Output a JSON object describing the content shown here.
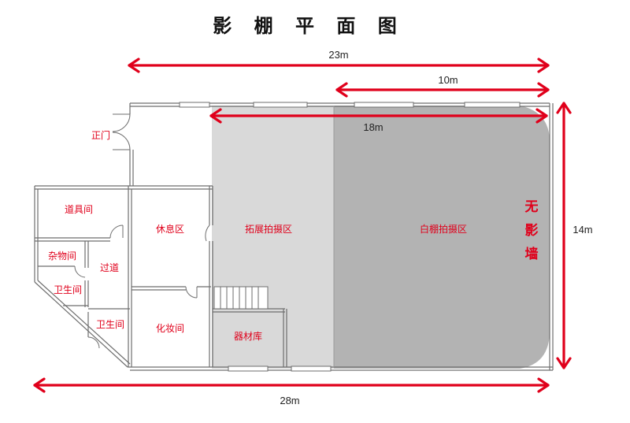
{
  "title": "影 棚 平 面 图",
  "dimensions": {
    "top_width": "23m",
    "white_width": "10m",
    "inner_width": "18m",
    "height": "14m",
    "bottom_width": "28m"
  },
  "rooms": {
    "main_door": "正门",
    "props": "道具间",
    "storage": "杂物间",
    "corridor": "过道",
    "restroom_a": "卫生间",
    "restroom_b": "卫生间",
    "lounge": "休息区",
    "makeup": "化妆间",
    "equipment": "器材库",
    "extension_zone": "拓展拍摄区",
    "white_zone": "白棚拍摄区"
  },
  "no_shadow_wall": [
    "无",
    "影",
    "墙"
  ],
  "colors": {
    "accent": "#e0001b",
    "extension_zone": "#d9d9d9",
    "white_zone": "#b3b3b3",
    "wall": "#6e6e6e"
  }
}
